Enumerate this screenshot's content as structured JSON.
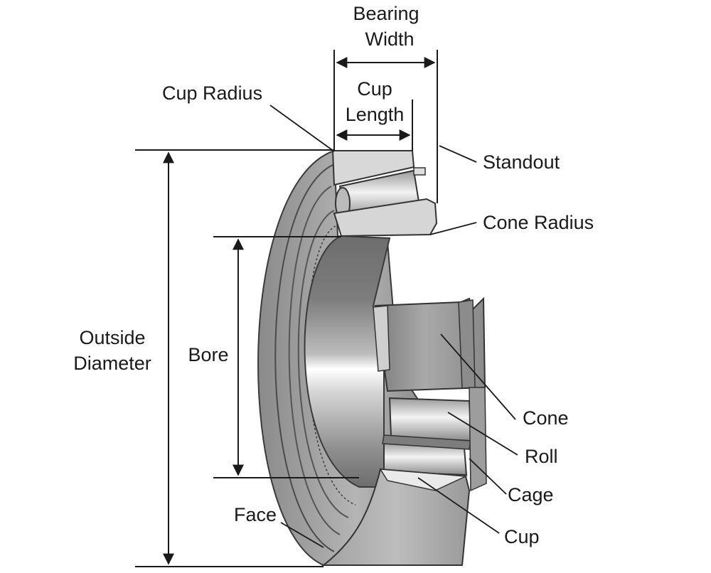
{
  "labels": {
    "bearing_width_1": "Bearing",
    "bearing_width_2": "Width",
    "cup_length_1": "Cup",
    "cup_length_2": "Length",
    "cup_radius": "Cup Radius",
    "standout": "Standout",
    "cone_radius": "Cone Radius",
    "outside_diameter_1": "Outside",
    "outside_diameter_2": "Diameter",
    "bore": "Bore",
    "cone": "Cone",
    "roll": "Roll",
    "cage": "Cage",
    "cup": "Cup",
    "face": "Face"
  },
  "colors": {
    "ink": "#1a1a1a",
    "metal_dark": "#6f6f6f",
    "metal_mid": "#9a9a9a",
    "metal_light": "#cfcfcf",
    "metal_bright": "#f2f2f2"
  }
}
